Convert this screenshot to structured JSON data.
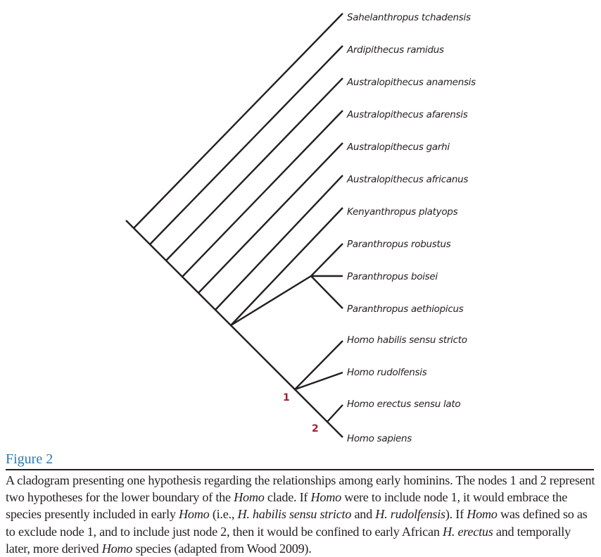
{
  "figure": {
    "title": "Figure 2",
    "taxa": [
      "Sahelanthropus tchadensis",
      "Ardipithecus ramidus",
      "Australopithecus anamensis",
      "Australopithecus afarensis",
      "Australopithecus garhi",
      "Australopithecus africanus",
      "Kenyanthropus platyops",
      "Paranthropus robustus",
      "Paranthropus boisei",
      "Paranthropus aethiopicus",
      "Homo habilis sensu stricto",
      "Homo rudolfensis",
      "Homo erectus sensu lato",
      "Homo sapiens"
    ],
    "node_labels": {
      "node1": "1",
      "node2": "2"
    },
    "colors": {
      "title": "#2a7ab0",
      "node_label": "#a31f34",
      "line": "#231f20"
    },
    "caption": {
      "p1": "A cladogram presenting one hypothesis regarding the relationships among early hominins. The nodes 1 and 2 represent two hypotheses for the lower boundary of the ",
      "homo1": "Homo",
      "p2": " clade. If ",
      "homo2": "Homo",
      "p3": " were to include node 1, it would embrace the species presently included in early ",
      "homo3": "Homo",
      "p4": " (i.e., ",
      "habilis": "H. habilis sensu stricto",
      "p5": " and ",
      "rudolfensis": "H. rudolfensis",
      "p6": "). If ",
      "homo4": "Homo",
      "p7": " was defined so as to exclude node 1, and to include just node 2, then it would be confined to early African ",
      "erectus": "H. erectus",
      "p8": " and temporally later, more derived ",
      "homo5": "Homo",
      "p9": " species (adapted from Wood 2009)."
    }
  }
}
